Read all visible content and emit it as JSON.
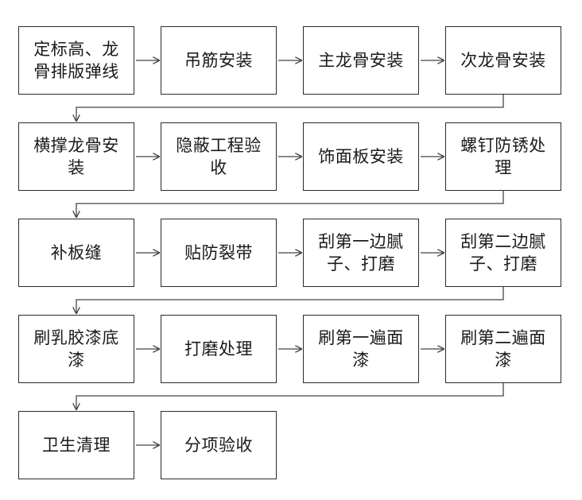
{
  "flowchart": {
    "rows": [
      [
        "定标高、龙骨排版弹线",
        "吊筋安装",
        "主龙骨安装",
        "次龙骨安装"
      ],
      [
        "横撑龙骨安装",
        "隐蔽工程验收",
        "饰面板安装",
        "螺钉防锈处理"
      ],
      [
        "补板缝",
        "贴防裂带",
        "刮第一边腻子、打磨",
        "刮第二边腻子、打磨"
      ],
      [
        "刷乳胶漆底漆",
        "打磨处理",
        "刷第一遍面漆",
        "刷第二遍面漆"
      ],
      [
        "卫生清理",
        "分项验收"
      ]
    ],
    "colors": {
      "border": "#2b2b2b",
      "arrow": "#444444",
      "text": "#1a1a1a"
    }
  }
}
